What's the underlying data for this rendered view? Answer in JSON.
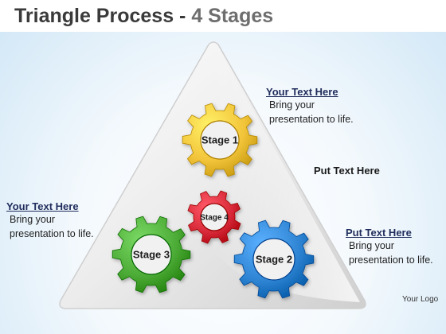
{
  "title": {
    "main": "Triangle Process",
    "separator": " - ",
    "accent": "4 Stages"
  },
  "stages": [
    {
      "label": "Stage 1",
      "color": "#f2c43a"
    },
    {
      "label": "Stage 2",
      "color": "#2e84d2"
    },
    {
      "label": "Stage 3",
      "color": "#4cab36"
    },
    {
      "label": "Stage 4",
      "color": "#d92b3a"
    }
  ],
  "callouts": {
    "top_right": {
      "heading": "Your Text Here",
      "body": "Bring your presentation to life."
    },
    "middle_right": {
      "heading": "Put Text Here"
    },
    "left": {
      "heading": "Your Text Here",
      "body": "Bring your presentation to life."
    },
    "bottom_right": {
      "heading": "Put Text Here",
      "body": "Bring your presentation to life."
    }
  },
  "logo": "Your Logo"
}
